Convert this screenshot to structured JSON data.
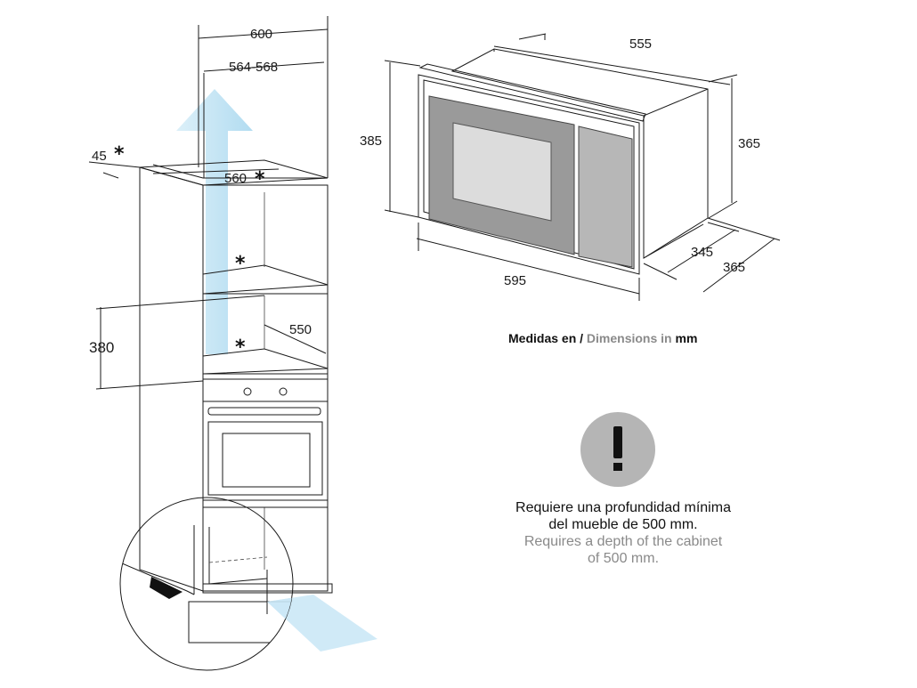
{
  "cabinet": {
    "width_label": "600",
    "inner_width_label": "564-568",
    "depth_label": "45",
    "opening_width_label": "560",
    "shelf_depth_label": "550",
    "niche_height_label": "380",
    "asterisk": "*"
  },
  "microwave": {
    "width_top_label": "555",
    "height_label": "385",
    "body_height_label": "365",
    "depth_label": "345",
    "total_depth_label": "365",
    "front_width_label": "595"
  },
  "units_note": {
    "es": "Medidas en / ",
    "en": "Dimensions in",
    "unit": " mm"
  },
  "warning": {
    "icon": "exclamation-icon",
    "line1_es": "Requiere una profundidad mínima",
    "line2_es": "del mueble de 500 mm.",
    "line1_en": "Requires a depth of the cabinet",
    "line2_en": "of 500 mm."
  },
  "colors": {
    "airflow": "#bfe3f3",
    "warning_circle": "#b5b5b5",
    "oven_glass": "#9a9a9a"
  }
}
